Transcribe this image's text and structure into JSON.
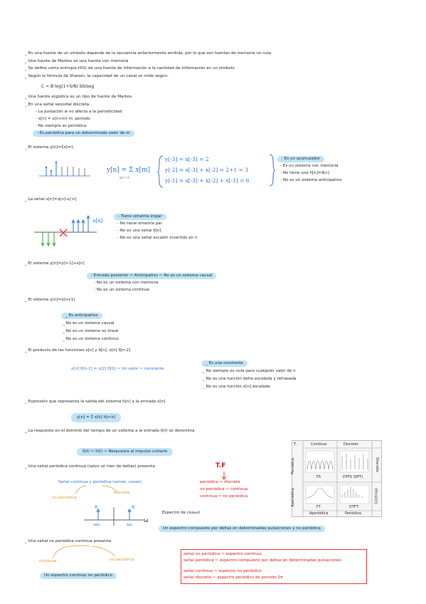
{
  "lines": {
    "l1": "_ En una fuente de un símbolo depende de la secuencia anteriormente emitida, por lo que son fuentes de memoria no nula",
    "l2": "_ Una fuente de Markov es una fuente con memoria",
    "l3": "_ Se define como entropía H(S) de una fuente de información a la cantidad de información en un símbolo",
    "l4": "_ Según la fórmula de Shanon, la capacidad de un canal se mide según:",
    "shannon": "C = B·log(1+S/N)  bit/seg",
    "l5": "_ Una fuente ergódica es un tipo de fuente de Markov",
    "l6": "_ En una señal senoidal discreta:",
    "l6a": "- La pulsación w no afecta a la periodicidad",
    "l6b": "- x[n] = x[n+m]   m: período",
    "l6c": "- No siempre es periódica",
    "l6d": "- Es periódica para un determinado valor de m",
    "l7": "_ El sistema y[n]=Σx[m]",
    "acc_title": "- Es un acumulador",
    "acc1": "- Es un sistema con memoria",
    "acc2": "- No tiene una h[n]=δ[n]",
    "acc3": "- No es un sistema anticipativo",
    "eq_main": "y[n] = Σ x[m]",
    "eq_sub": "m=-3",
    "eq1": "y[-3] = x[-3] = 2",
    "eq2": "y[-2] = x[-3] + x[-2] = 2+1 = 3",
    "eq3": "y[-1] = x[-3] + x[-2] + x[-1] = 6",
    "l8": "_ La señal x[n]=u[n]-u[-n]",
    "u_label": "u[n]",
    "sym_title": "- Tiene simetría impar",
    "sym1": "- No tiene simetría par",
    "sym2": "- No es una señal δ[n]",
    "sym3": "- No es una señal escalón invertido en n",
    "l9": "_ El sistema y[n]=y[n-1]+x[n]",
    "ent1": "- Entrada posterior ⇨ Anticipativo ⇨ No es un sistema causal",
    "ent2": "- No es un sistema con memoria",
    "ent3": "- No es un sistema continuo",
    "l10": "_ El sistema y[n]=x[n+1]",
    "ant_title": "_ Es anticipativo",
    "ant1": "_ No es un sistema causal",
    "ant2": "_ No es un sistema no lineal",
    "ant3": "_ No es un sistema continuo",
    "l11": "_ El producto de las funciones x[n] y δ[n], x[n] δ[n-2]",
    "prod_eq": "x[n] δ[n-2] = x[2] δ[0] ⇨ Un valor ⇨ constante",
    "const_title": "_ Es una constante",
    "const1": "_ No siempre es nula para cualquier valor de n",
    "const2": "_ No es una función delta escalada y retrasada",
    "const3": "_ No es una función x[n] escalada",
    "l12": "_ Expresión que representa la salida del sistema h[n] a la entrada x[n]",
    "conv_eq": "y[n] = Σ x[k] h[n-k]",
    "l13": "_ La respuesta en el dominio del tiempo de un sistema a la entrada δ(t) se denomina",
    "impulse": "δ(t) ⇨ h(t) ⇨ Respuesta al impulso unitario",
    "l14": "_ Una señal periódica continua (salvo un tren de deltas) presenta",
    "sig_cont": "Señal continua y periódica (senwt, coswt)",
    "discreta": "discreta",
    "no_periodica": "no periódica",
    "tf": "T.F",
    "tf1": "periódica ⇨ discreta",
    "tf2": "no periódica ⇨ continua",
    "tf3": "continua ⇨ no periódica",
    "w0": "ω₀",
    "mw0": "-ω₀",
    "omega": "ω",
    "pi1": "π",
    "pi2": "π",
    "espectro": "Espectro de cosω₀t",
    "espectro_res": "Un espectro compuesto por deltas en determinadas pulsaciones y no periódica",
    "l15": "_ Una señal no periódica continua presenta",
    "continua": "continua",
    "no_periodica2": "no periódica",
    "np_res": "Un espectro continuo no periódico",
    "box1": "señal no periódica ⇨ espectro continuo",
    "box2": "señal periódica ⇨ espectro compuesto por deltas en determinadas pulsaciones",
    "box3": "señal continua ⇨ espectro no periódico",
    "box4": "señal discreta ⇨ espectro periódico de período 2π"
  },
  "figure": {
    "t": "T.",
    "continuo": "Continuo",
    "discreto": "Discreto",
    "periodica": "Periódica",
    "aperiodica": "Aperiódica",
    "fs": "FS",
    "dtfs": "DTFS (DFT)",
    "ft": "FT",
    "dtft": "DTFT",
    "discreto_side": "Discreto",
    "continuo_side": "Continuo",
    "aperiodica_b": "Aperiódica",
    "periodica_b": "Periódica"
  }
}
